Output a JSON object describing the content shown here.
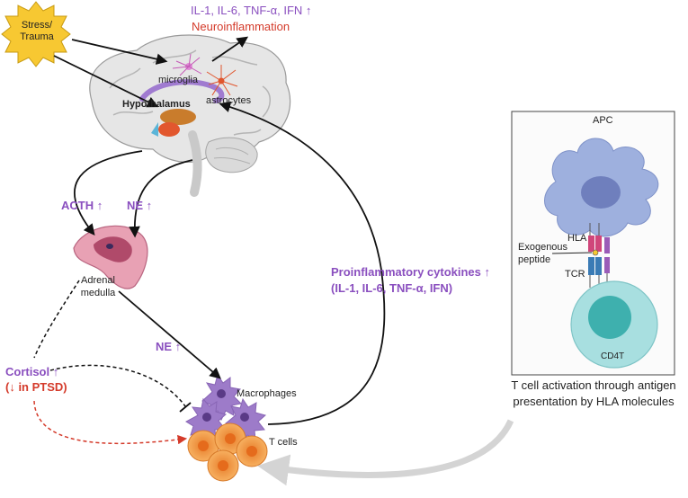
{
  "stress": {
    "line1": "Stress/",
    "line2": "Trauma"
  },
  "cytokines_top": "IL-1, IL-6, TNF-α, IFN ↑",
  "neuroinflammation": "Neuroinflammation",
  "microglia": "microglia",
  "astrocytes": "astrocytes",
  "hypothalamus": "Hypothalamus",
  "acth": "ACTH ↑",
  "ne_upper": "NE ↑",
  "adrenal": {
    "line1": "Adrenal",
    "line2": "medulla"
  },
  "ne_lower": "NE ↑",
  "cortisol": {
    "line1": "Cortisol ↑",
    "line2": "(↓ in PTSD)"
  },
  "macrophages": "Macrophages",
  "tcells": "T cells",
  "proinflammatory": {
    "line1": "Proinflammatory cytokines ↑",
    "line2": "(IL-1, IL-6, TNF-α, IFN)"
  },
  "panel": {
    "apc": "APC",
    "hla": "HLA",
    "exogenous": {
      "line1": "Exogenous",
      "line2": "peptide"
    },
    "tcr": "TCR",
    "cd4t": "CD4T"
  },
  "caption": {
    "line1": "T cell activation through antigen",
    "line2": "presentation by HLA molecules"
  },
  "colors": {
    "purple": "#8a4fbf",
    "red": "#d43a2a",
    "apc_blue": "#9eb0de",
    "tcell_teal": "#a8dfe0",
    "macrophage": "#9d7bc9",
    "tcell_orange": "#f3a052"
  }
}
